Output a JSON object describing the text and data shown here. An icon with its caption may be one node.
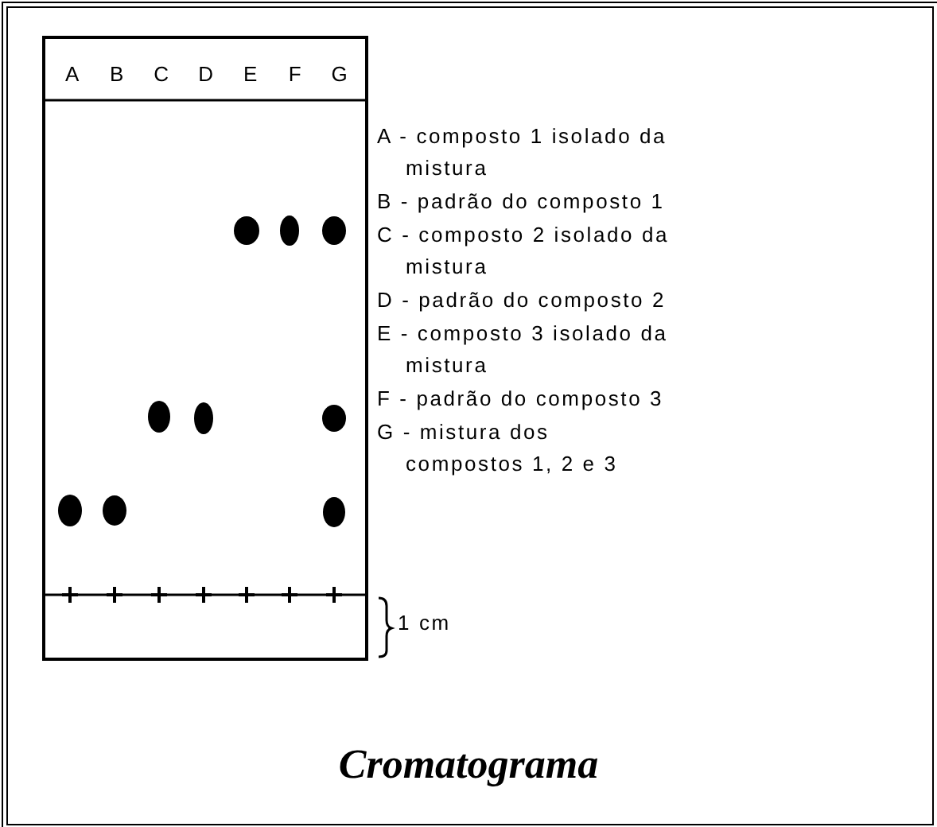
{
  "diagram": {
    "title": "Cromatograma",
    "labels": [
      "A",
      "B",
      "C",
      "D",
      "E",
      "F",
      "G",
      "A - composto 1 isolado da mistura",
      "B - padrão do composto 1",
      "C - composto 2 isolado da mistura",
      "D - padrão do composto 2",
      "E - composto 3 isolado da mistura",
      "F - padrão do composto 3",
      "G - mistura dos compostos 1, 2 e 3",
      "1 cm"
    ]
  }
}
